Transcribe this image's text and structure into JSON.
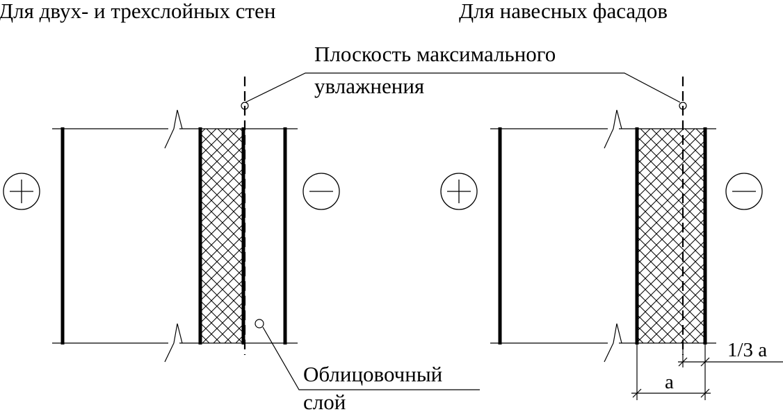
{
  "captions": {
    "left_title": "Для двух- и трехслойных стен",
    "right_title": "Для навесных фасадов"
  },
  "labels": {
    "plane_line1": "Плоскость максимального",
    "plane_line2": "увлажнения",
    "facing_line1": "Облицовочный",
    "facing_line2": "слой",
    "dim_total": "a",
    "dim_third": "1/3 a"
  },
  "symbols": {
    "warm_side": "plus-sign",
    "cold_side": "minus-sign"
  },
  "colors": {
    "ink": "#000000",
    "paper": "#ffffff"
  }
}
